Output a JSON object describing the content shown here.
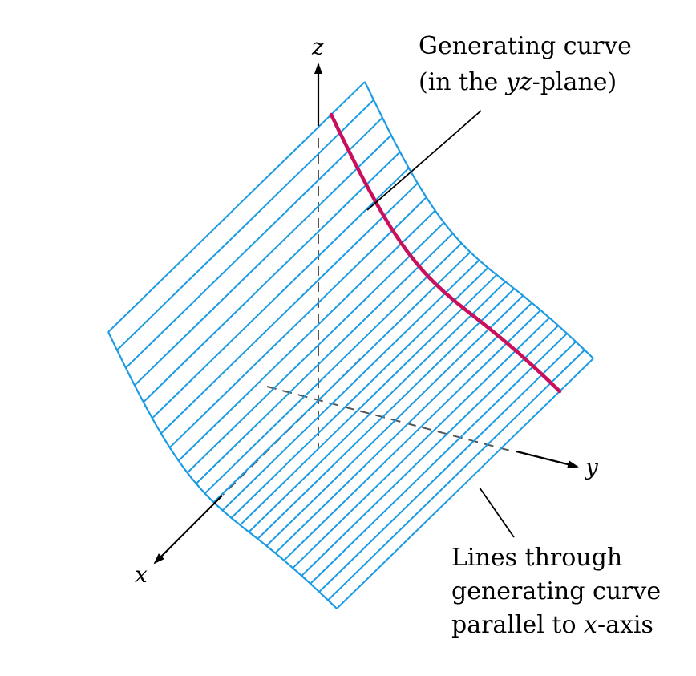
{
  "diagram": {
    "axes": {
      "x_label": "x",
      "y_label": "y",
      "z_label": "z"
    },
    "annotations": {
      "generating_curve": {
        "line1": "Generating curve",
        "line2_prefix": "(in the ",
        "line2_italic": "yz",
        "line2_suffix": "-plane)"
      },
      "rulings": {
        "line1": "Lines through",
        "line2": "generating curve",
        "line3_prefix": "parallel to ",
        "line3_italic": "x",
        "line3_suffix": "-axis"
      }
    },
    "colors": {
      "surface": "#1a9be3",
      "generating_curve": "#c8105c",
      "axes": "#000000",
      "hidden_axes": "#555555"
    },
    "ruling_count": 26
  }
}
